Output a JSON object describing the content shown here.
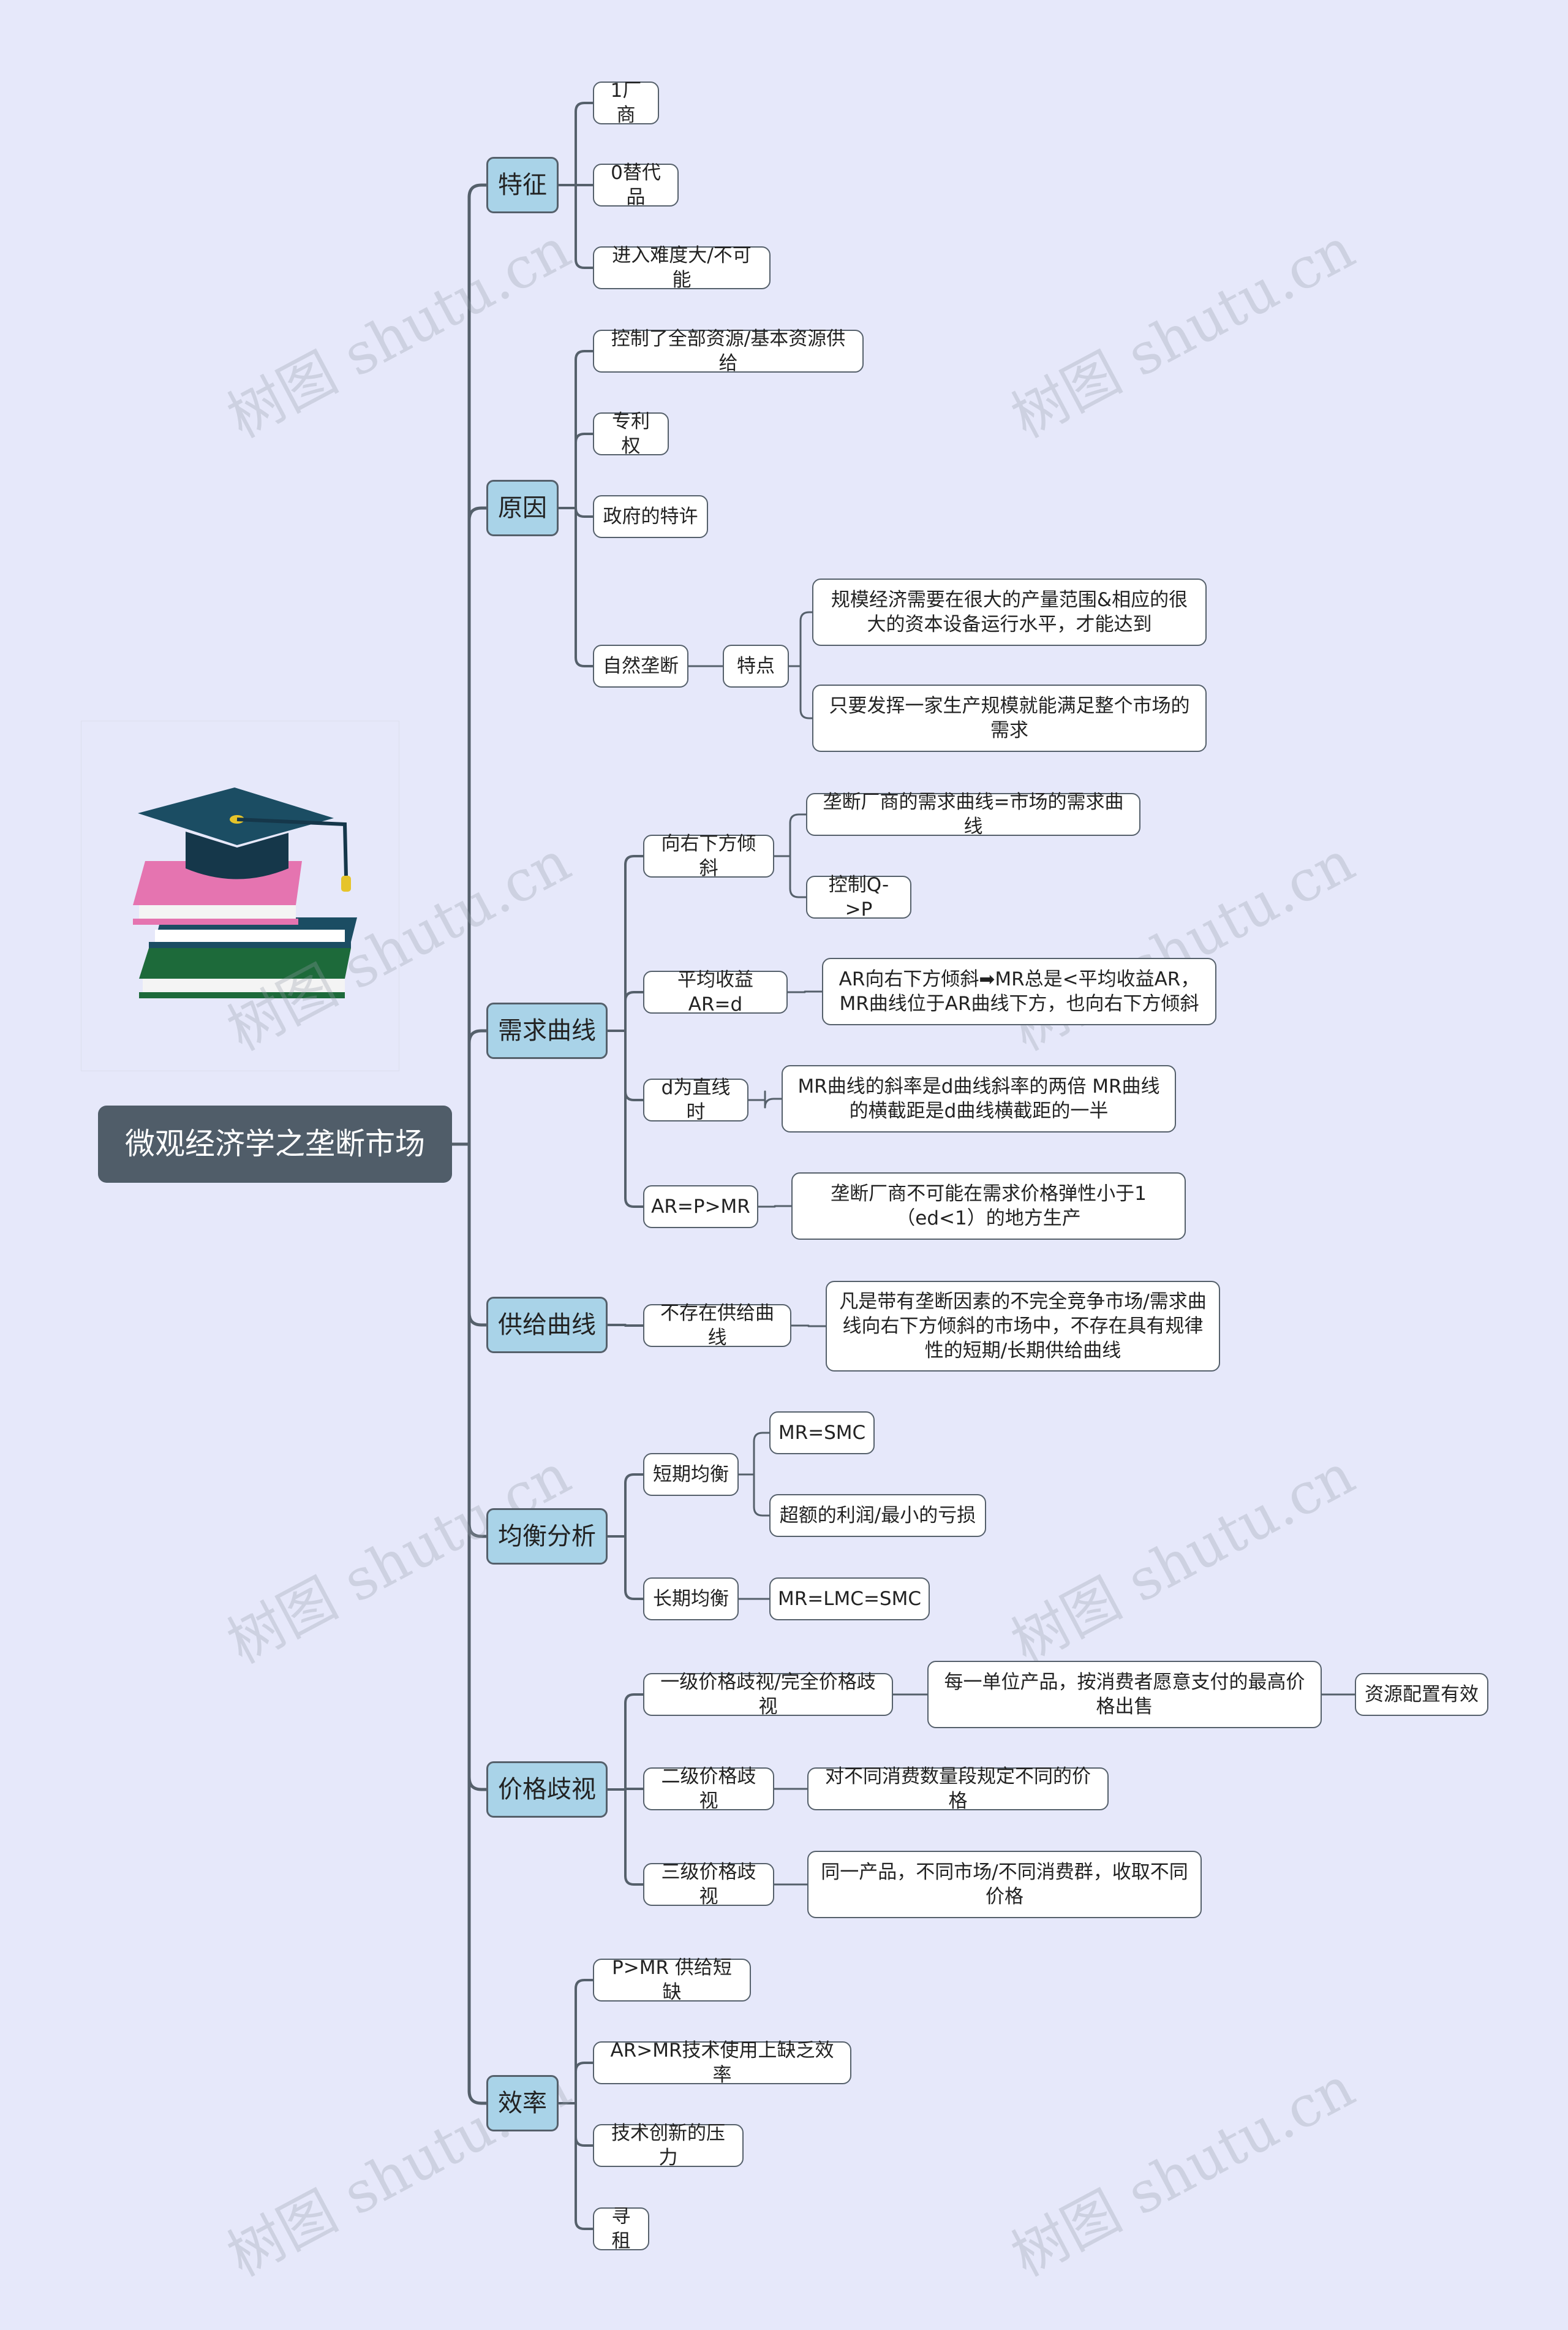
{
  "root": {
    "label": "微观经济学之垄断市场"
  },
  "branches": [
    {
      "label": "特征",
      "children": [
        {
          "label": "1厂商"
        },
        {
          "label": "0替代品"
        },
        {
          "label": "进入难度大/不可能"
        }
      ]
    },
    {
      "label": "原因",
      "children": [
        {
          "label": "控制了全部资源/基本资源供给"
        },
        {
          "label": "专利权"
        },
        {
          "label": "政府的特许"
        },
        {
          "label": "自然垄断",
          "children": [
            {
              "label": "特点",
              "children": [
                {
                  "label": "规模经济需要在很大的产量范围&相应的很大的资本设备运行水平，才能达到"
                },
                {
                  "label": "只要发挥一家生产规模就能满足整个市场的需求"
                }
              ]
            }
          ]
        }
      ]
    },
    {
      "label": "需求曲线",
      "children": [
        {
          "label": "向右下方倾斜",
          "children": [
            {
              "label": "垄断厂商的需求曲线=市场的需求曲线"
            },
            {
              "label": "控制Q->P"
            }
          ]
        },
        {
          "label": "平均收益AR=d",
          "children": [
            {
              "label": "AR向右下方倾斜➡MR总是<平均收益AR，MR曲线位于AR曲线下方，也向右下方倾斜"
            }
          ]
        },
        {
          "label": "d为直线时",
          "children": [
            {
              "label": "MR曲线的斜率是d曲线斜率的两倍 MR曲线的横截距是d曲线横截距的一半"
            }
          ]
        },
        {
          "label": "AR=P>MR",
          "children": [
            {
              "label": "垄断厂商不可能在需求价格弹性小于1（ed<1）的地方生产"
            }
          ]
        }
      ]
    },
    {
      "label": "供给曲线",
      "children": [
        {
          "label": "不存在供给曲线",
          "children": [
            {
              "label": "凡是带有垄断因素的不完全竞争市场/需求曲线向右下方倾斜的市场中，不存在具有规律性的短期/长期供给曲线"
            }
          ]
        }
      ]
    },
    {
      "label": "均衡分析",
      "children": [
        {
          "label": "短期均衡",
          "children": [
            {
              "label": "MR=SMC"
            },
            {
              "label": "超额的利润/最小的亏损"
            }
          ]
        },
        {
          "label": "长期均衡",
          "children": [
            {
              "label": "MR=LMC=SMC"
            }
          ]
        }
      ]
    },
    {
      "label": "价格歧视",
      "children": [
        {
          "label": "一级价格歧视/完全价格歧视",
          "children": [
            {
              "label": "每一单位产品，按消费者愿意支付的最高价格出售",
              "children": [
                {
                  "label": "资源配置有效"
                }
              ]
            }
          ]
        },
        {
          "label": "二级价格歧视",
          "children": [
            {
              "label": "对不同消费数量段规定不同的价格"
            }
          ]
        },
        {
          "label": "三级价格歧视",
          "children": [
            {
              "label": "同一产品，不同市场/不同消费群，收取不同价格"
            }
          ]
        }
      ]
    },
    {
      "label": "效率",
      "children": [
        {
          "label": "P>MR 供给短缺"
        },
        {
          "label": "AR>MR技术使用上缺乏效率"
        },
        {
          "label": "技术创新的压力"
        },
        {
          "label": "寻租"
        }
      ]
    }
  ],
  "watermark": "树图 shutu.cn",
  "colors": {
    "background": "#e6e8fa",
    "root": "#505d69",
    "branch": "#a9d3e8",
    "line": "#55606b"
  },
  "illustration_icon": "graduation-cap-on-books-icon"
}
